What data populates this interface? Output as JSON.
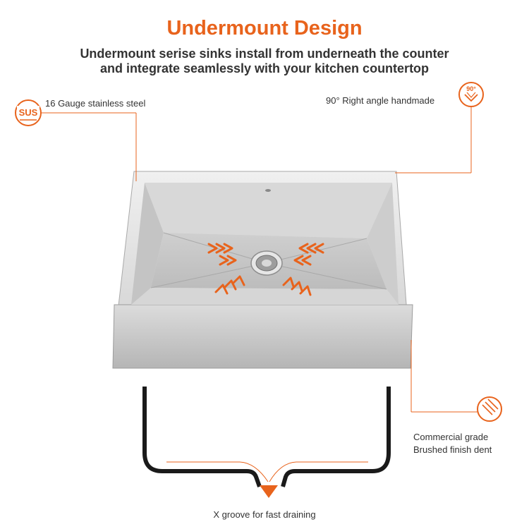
{
  "header": {
    "title": "Undermount Design",
    "subtitle_line1": "Undermount serise sinks install from underneath the counter",
    "subtitle_line2": "and integrate seamlessly with your kitchen countertop"
  },
  "callouts": {
    "steel": {
      "text": "16 Gauge stainless steel",
      "badge": "SUS",
      "icon": "sus-badge-icon"
    },
    "angle": {
      "text": "90° Right angle handmade",
      "badge": "90°",
      "icon": "right-angle-icon"
    },
    "finish": {
      "line1": "Commercial grade",
      "line2": "Brushed finish dent",
      "icon": "brushed-lines-icon"
    },
    "groove": {
      "text": "X groove for fast draining",
      "icon": "drain-arrow-icon"
    }
  },
  "colors": {
    "accent": "#e8631c",
    "text": "#333333",
    "steel": "#c9c9c9",
    "line": "#1a1a1a"
  }
}
